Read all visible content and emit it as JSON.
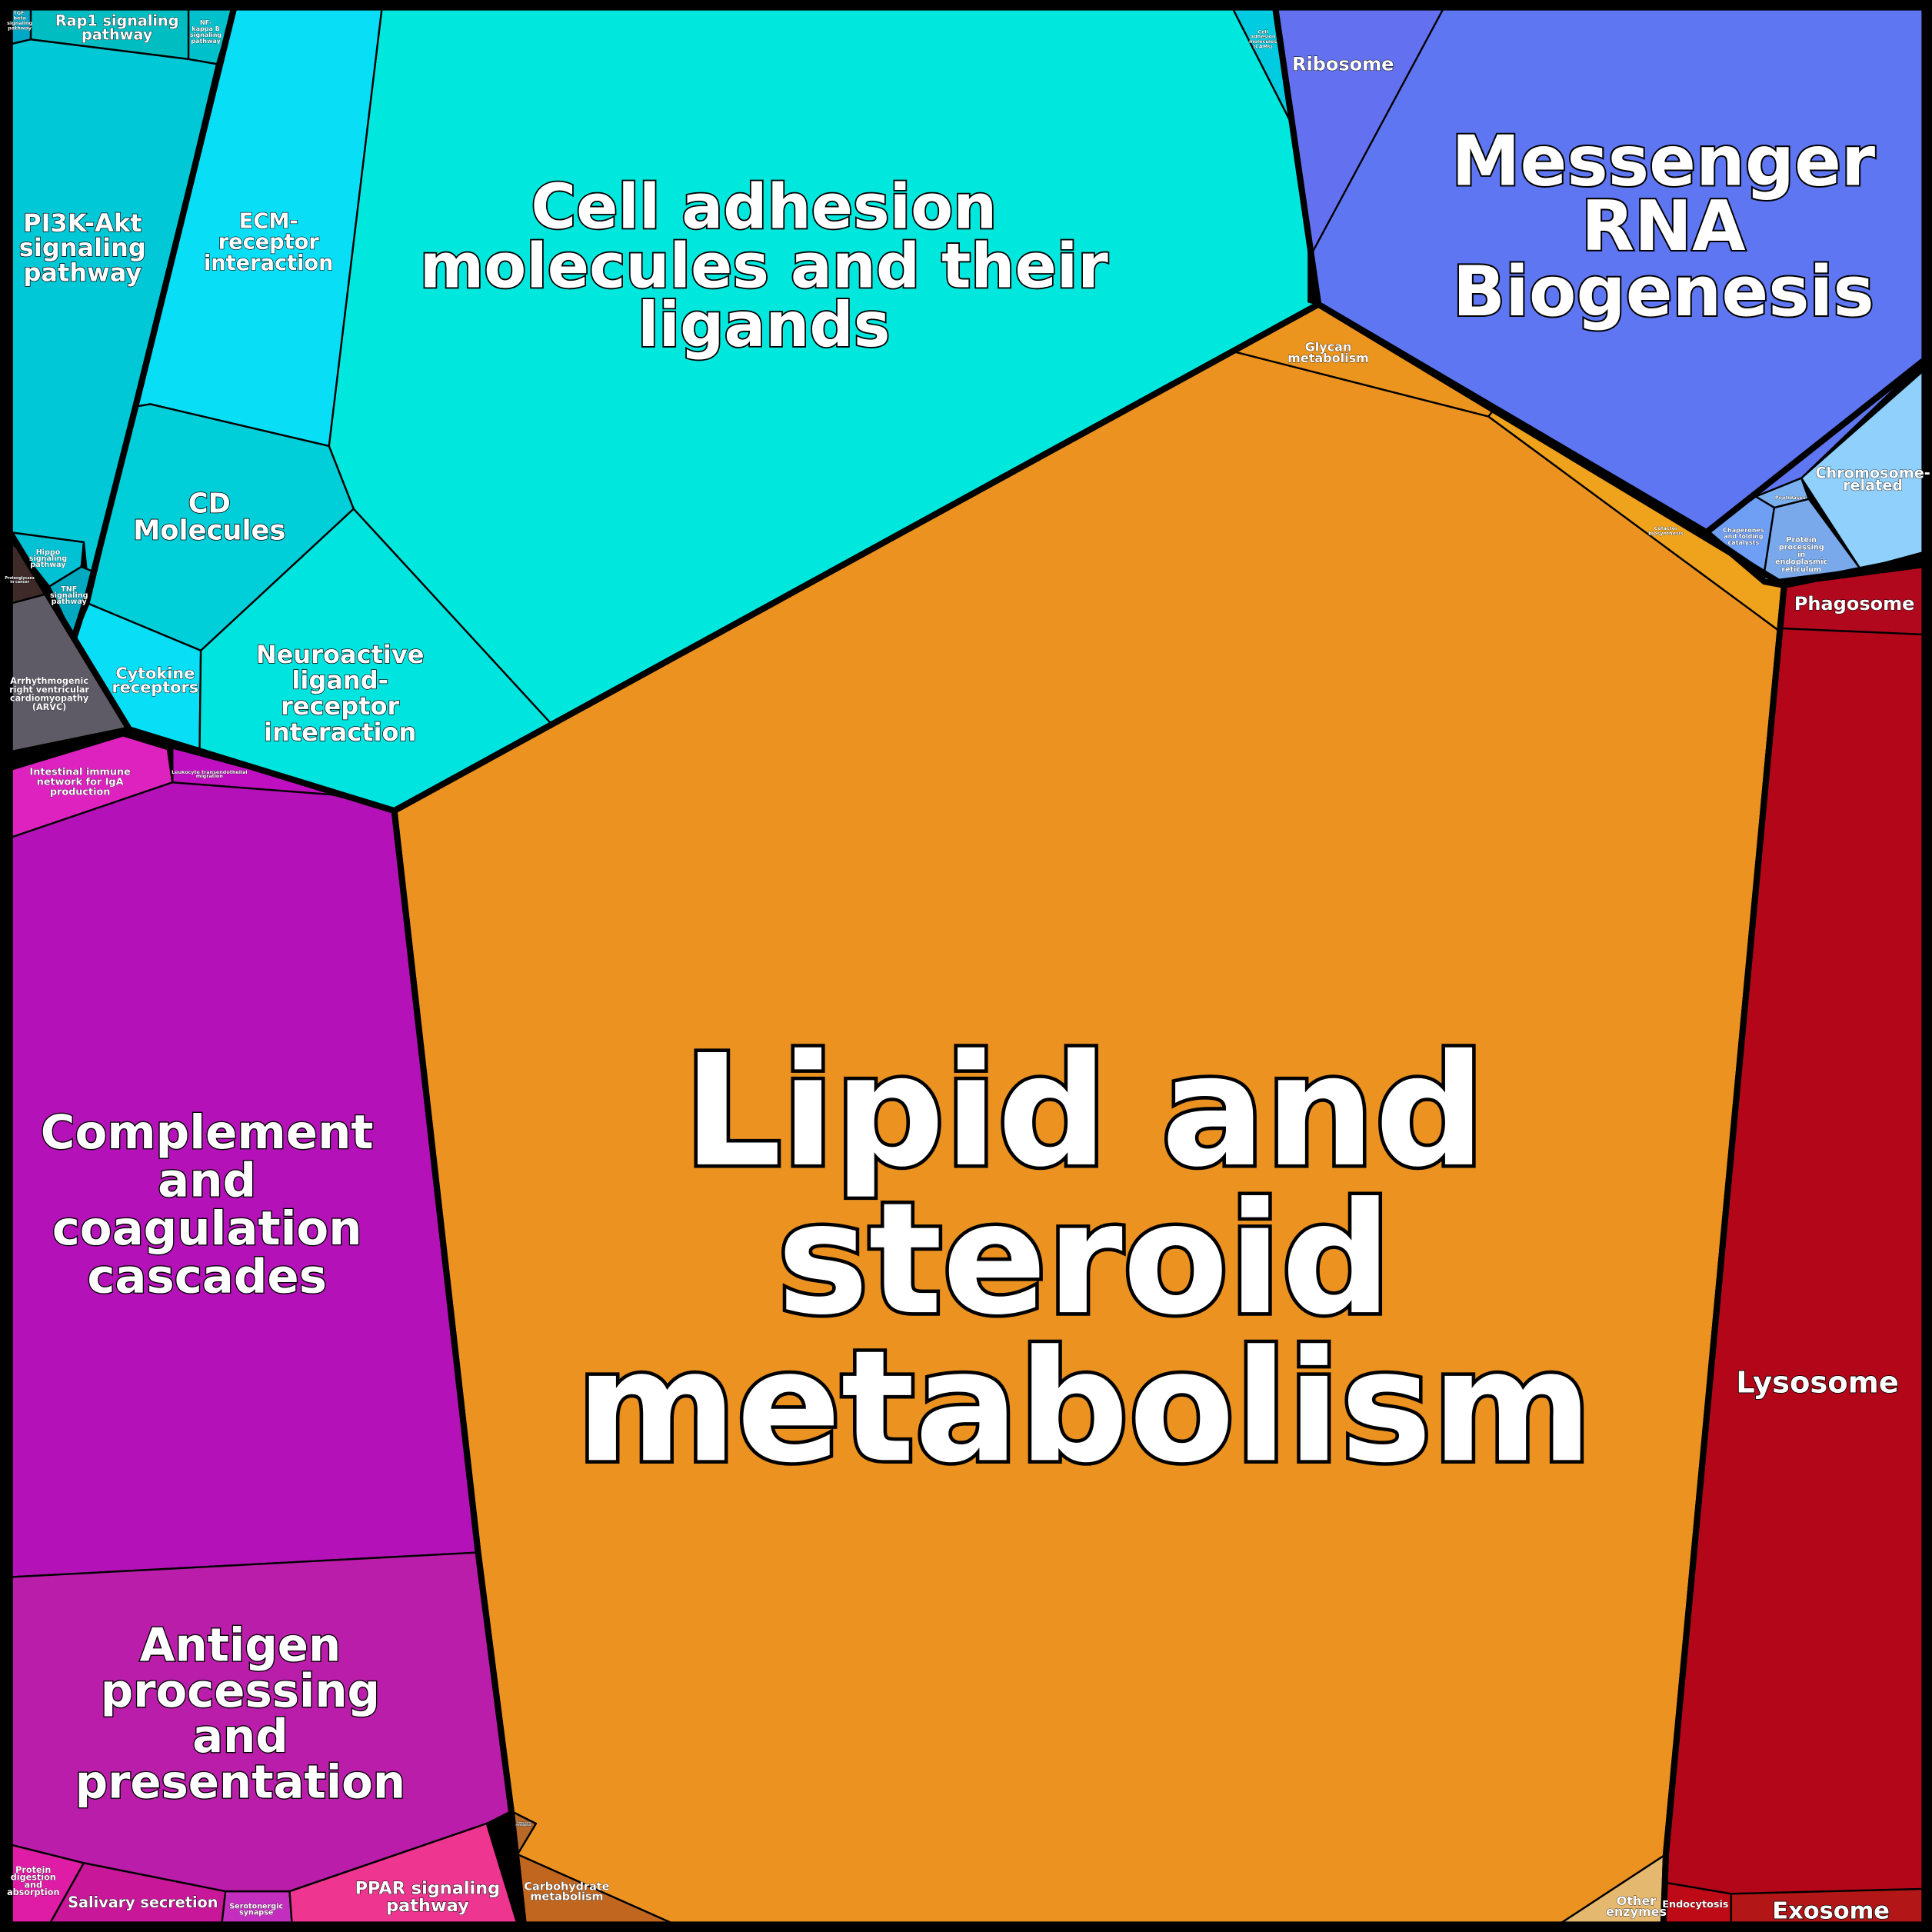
{
  "title": "Proteomap",
  "cells": {
    "lipid": {
      "lines": [
        "Lipid and",
        "steroid",
        "metabolism"
      ],
      "color": "#EB9220"
    },
    "glycan": {
      "lines": [
        "Glycan",
        "metabolism"
      ],
      "color": "#EC951E"
    },
    "cofactor": {
      "lines": [
        "Cofactor",
        "biosynthesis"
      ],
      "color": "#EFA21B"
    },
    "other_enzymes": {
      "lines": [
        "Other",
        "enzymes"
      ],
      "color": "#E5B870"
    },
    "carbohydrate": {
      "lines": [
        "Carbohydrate",
        "metabolism"
      ],
      "color": "#C1661F"
    },
    "small_metab": {
      "lines": [
        "Fatty acid",
        "metabolism"
      ],
      "color": "#B8692A"
    },
    "cell_adhesion": {
      "lines": [
        "Cell adhesion",
        "molecules and their",
        "ligands"
      ],
      "color": "#00E8DE"
    },
    "cams": {
      "lines": [
        "Cell",
        "adhesion",
        "molecules",
        "(CAMs)"
      ],
      "color": "#00CBE0"
    },
    "ecm": {
      "lines": [
        "ECM-",
        "receptor",
        "interaction"
      ],
      "color": "#08DEF5"
    },
    "cd": {
      "lines": [
        "CD",
        "Molecules"
      ],
      "color": "#00CED8"
    },
    "cytokine": {
      "lines": [
        "Cytokine",
        "receptors"
      ],
      "color": "#08DEF5"
    },
    "neuroactive": {
      "lines": [
        "Neuroactive",
        "ligand-",
        "receptor",
        "interaction"
      ],
      "color": "#00E4E0"
    },
    "pi3k": {
      "lines": [
        "PI3K-Akt",
        "signaling",
        "pathway"
      ],
      "color": "#00C8D6"
    },
    "rap1": {
      "lines": [
        "Rap1 signaling",
        "pathway"
      ],
      "color": "#00BDC2"
    },
    "nfkb": {
      "lines": [
        "NF-",
        "kappa B",
        "signaling",
        "pathway"
      ],
      "color": "#00C0CC"
    },
    "tgf": {
      "lines": [
        "TGF-",
        "beta",
        "signaling",
        "pathway"
      ],
      "color": "#00A8C8"
    },
    "hippo": {
      "lines": [
        "Hippo",
        "signaling",
        "pathway"
      ],
      "color": "#00C2D4"
    },
    "tnf": {
      "lines": [
        "TNF",
        "signaling",
        "pathway"
      ],
      "color": "#00A8C0"
    },
    "proteoglycans": {
      "lines": [
        "Proteoglycans",
        "in cancer"
      ],
      "color": "#3F2A2A"
    },
    "arvc": {
      "lines": [
        "Arrhythmogenic",
        "right ventricular",
        "cardiomyopathy",
        "(ARVC)"
      ],
      "color": "#5E5B66"
    },
    "intestinal": {
      "lines": [
        "Intestinal immune",
        "network for IgA",
        "production"
      ],
      "color": "#DD22C0"
    },
    "leukocyte": {
      "lines": [
        "Leukocyte transendothelial",
        "migration"
      ],
      "color": "#C00FC0"
    },
    "complement": {
      "lines": [
        "Complement",
        "and",
        "coagulation",
        "cascades"
      ],
      "color": "#B412B8"
    },
    "antigen": {
      "lines": [
        "Antigen",
        "processing",
        "and",
        "presentation"
      ],
      "color": "#BA1DA9"
    },
    "protein_digestion": {
      "lines": [
        "Protein",
        "digestion",
        "and",
        "absorption"
      ],
      "color": "#DE1CA6"
    },
    "salivary": {
      "lines": [
        "Salivary secretion"
      ],
      "color": "#C91799"
    },
    "serotonergic": {
      "lines": [
        "Serotonergic",
        "synapse"
      ],
      "color": "#C42EBE"
    },
    "ppar": {
      "lines": [
        "PPAR signaling",
        "pathway"
      ],
      "color": "#EE3590"
    },
    "mrna": {
      "lines": [
        "Messenger",
        "RNA",
        "Biogenesis"
      ],
      "color": "#5E76F2"
    },
    "ribosome": {
      "lines": [
        "Ribosome"
      ],
      "color": "#6370F0"
    },
    "chromosome": {
      "lines": [
        "Chromosome-",
        "related"
      ],
      "color": "#8FD0FC"
    },
    "peptidases": {
      "lines": [
        "Peptidases"
      ],
      "color": "#7AB0F0"
    },
    "chaperones": {
      "lines": [
        "Chaperones",
        "and folding",
        "catalysts"
      ],
      "color": "#6E9FF5"
    },
    "er": {
      "lines": [
        "Protein",
        "processing",
        "in",
        "endoplasmic",
        "reticulum"
      ],
      "color": "#79A9EB"
    },
    "phagosome": {
      "lines": [
        "Phagosome"
      ],
      "color": "#B2081E"
    },
    "lysosome": {
      "lines": [
        "Lysosome"
      ],
      "color": "#B30719"
    },
    "endocytosis": {
      "lines": [
        "Endocytosis"
      ],
      "color": "#BE0A17"
    },
    "exosome": {
      "lines": [
        "Exosome"
      ],
      "color": "#B21616"
    }
  }
}
